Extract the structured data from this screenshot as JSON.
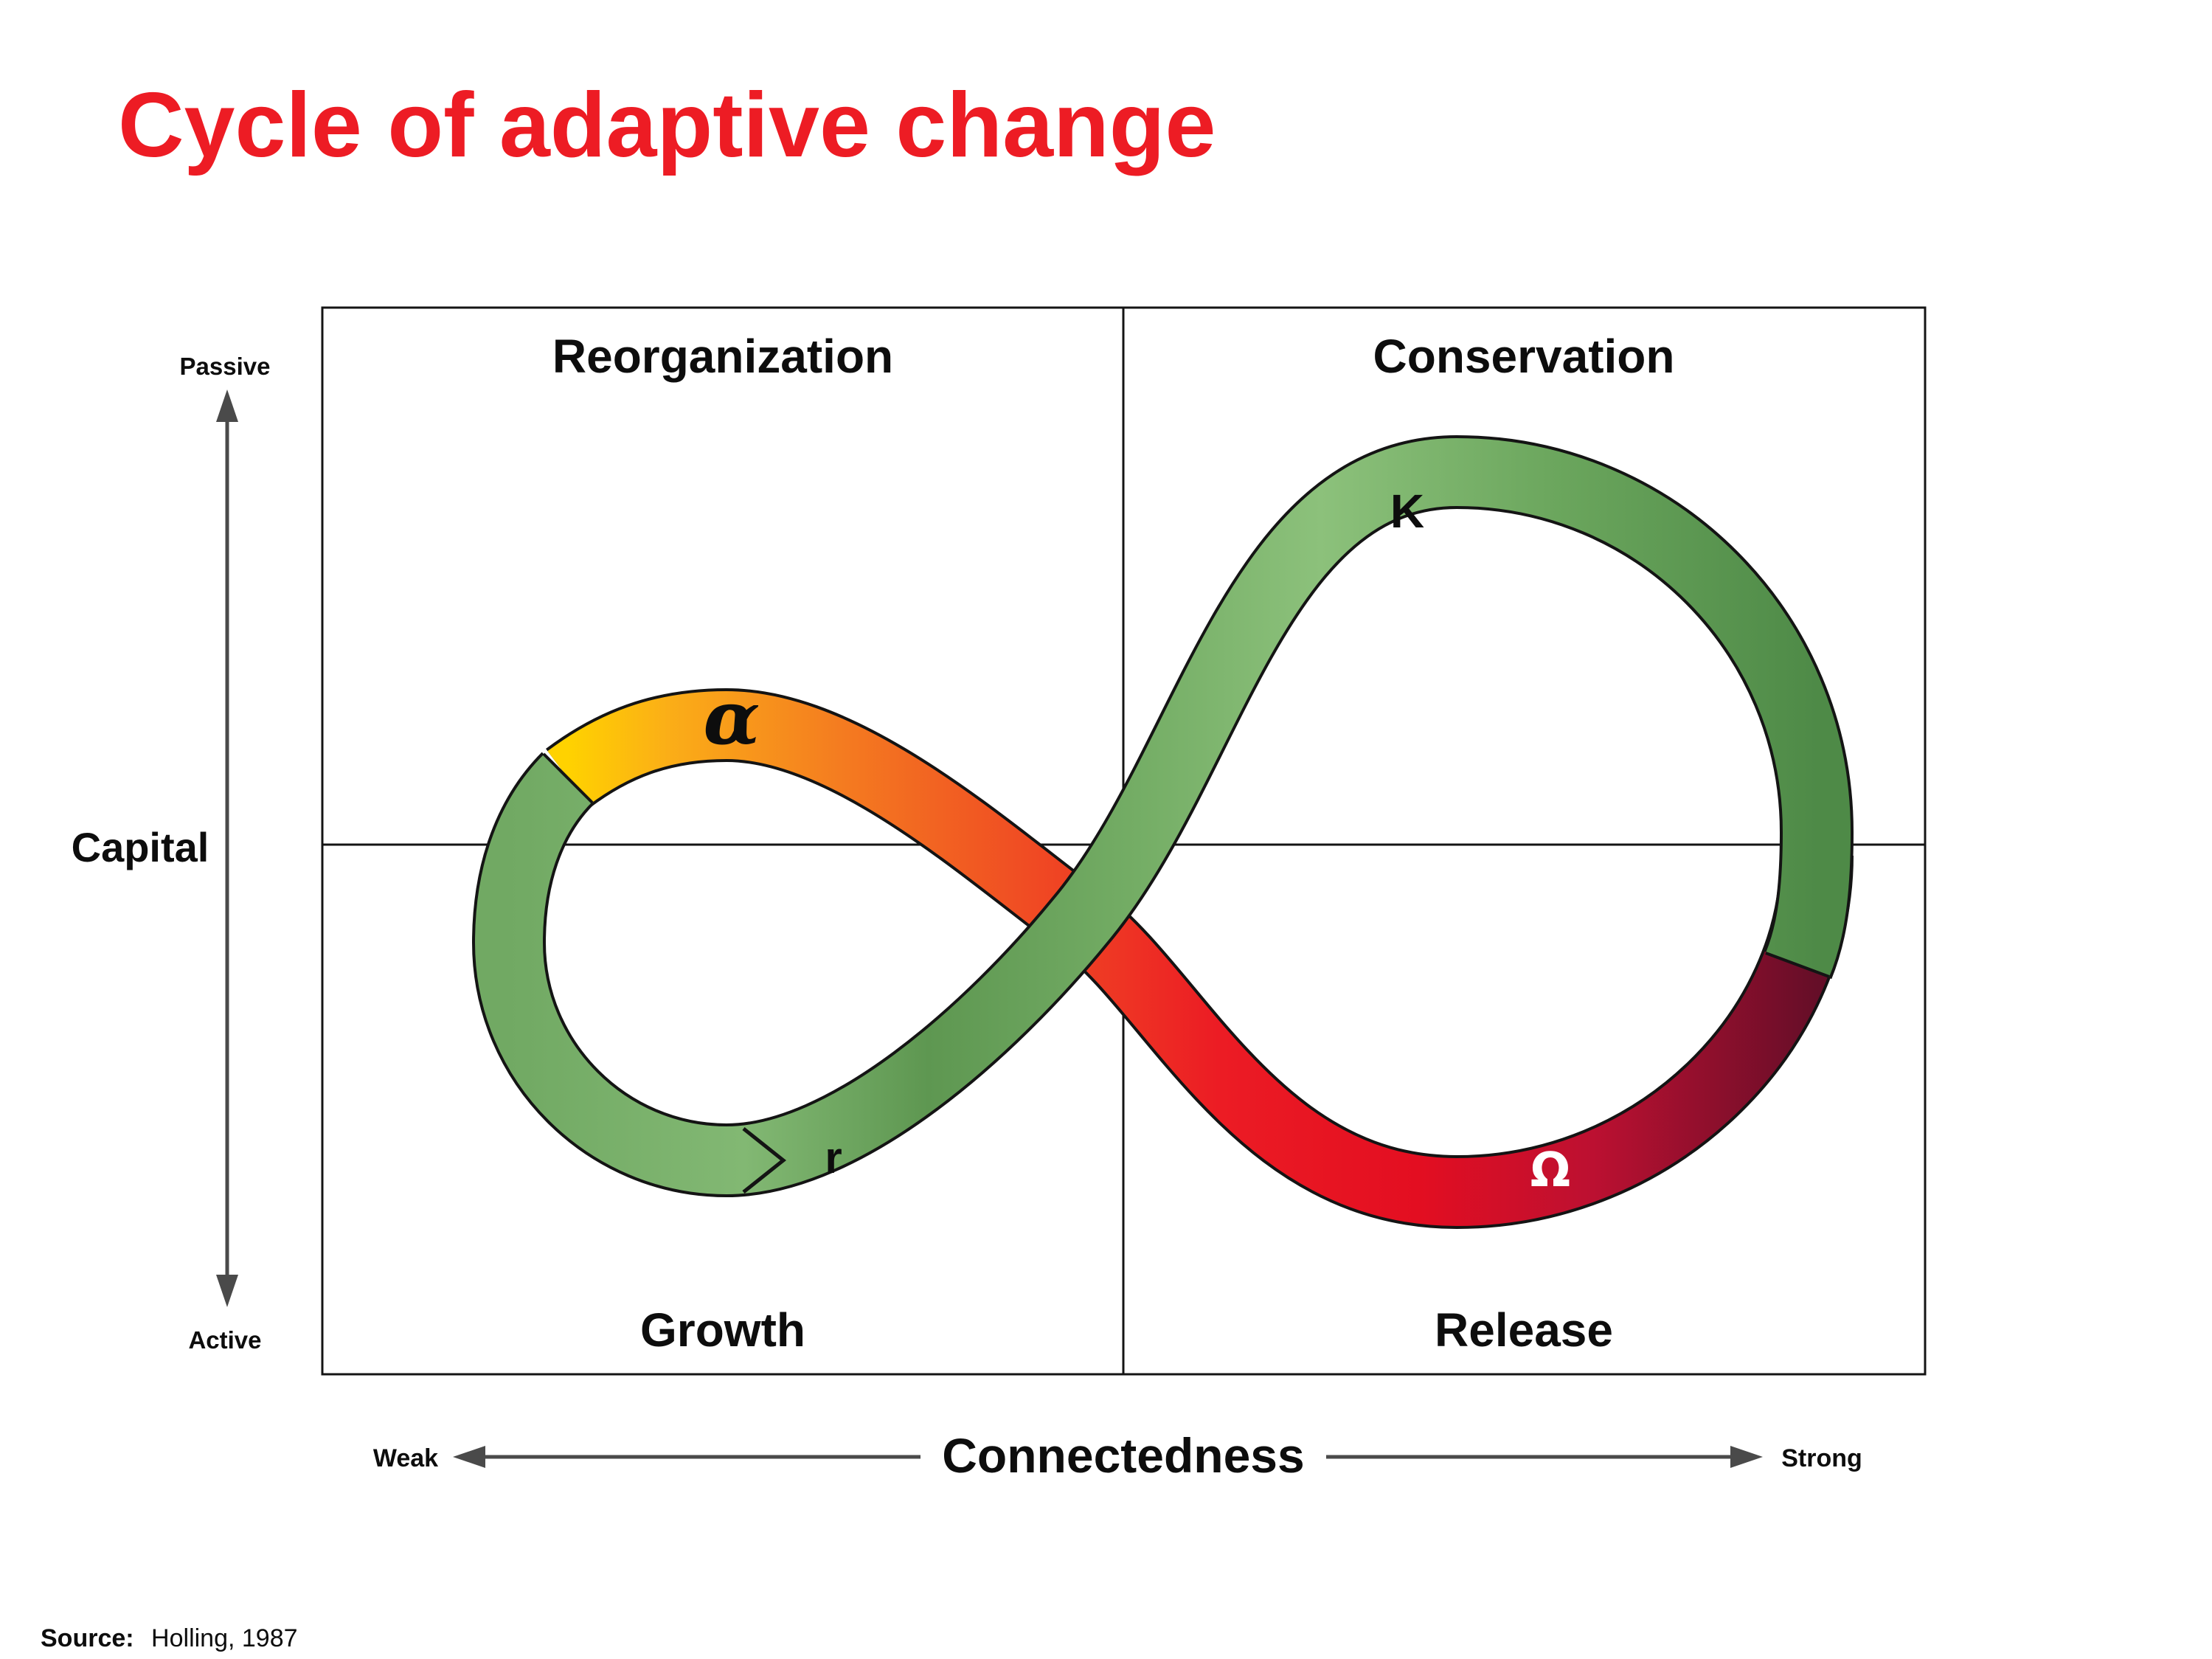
{
  "title": "Cycle of adaptive change",
  "source": {
    "label": "Source:",
    "text": "Holling, 1987"
  },
  "diagram": {
    "quadrants": {
      "top_left": "Reorganization",
      "top_right": "Conservation",
      "bottom_left": "Growth",
      "bottom_right": "Release"
    },
    "y_axis": {
      "label": "Capital",
      "top": "Passive",
      "bottom": "Active"
    },
    "x_axis": {
      "label": "Connectedness",
      "left": "Weak",
      "right": "Strong"
    },
    "phases": {
      "alpha": "α",
      "k": "K",
      "r": "r",
      "omega": "Ω"
    }
  },
  "colors": {
    "title_red": "#ED1C24",
    "text_black": "#0D0D0D",
    "axis_gray": "#4A4A4A",
    "outline_black": "#141414",
    "omega_white": "#FFFFFF",
    "ribbon": {
      "yellow": "#FFD200",
      "amber": "#FBAE17",
      "orange": "#F47B20",
      "orange_red": "#F04E23",
      "red": "#EC1C24",
      "deep_red": "#E30E21",
      "crimson": "#BC1031",
      "maroon": "#650E28",
      "green_a": "#71A963",
      "green_b": "#82B873",
      "green_c": "#5E9751",
      "green_d": "#74AD65",
      "green_e": "#8CC17B",
      "green_f": "#6BA65D",
      "green_g": "#4E8A47"
    }
  }
}
